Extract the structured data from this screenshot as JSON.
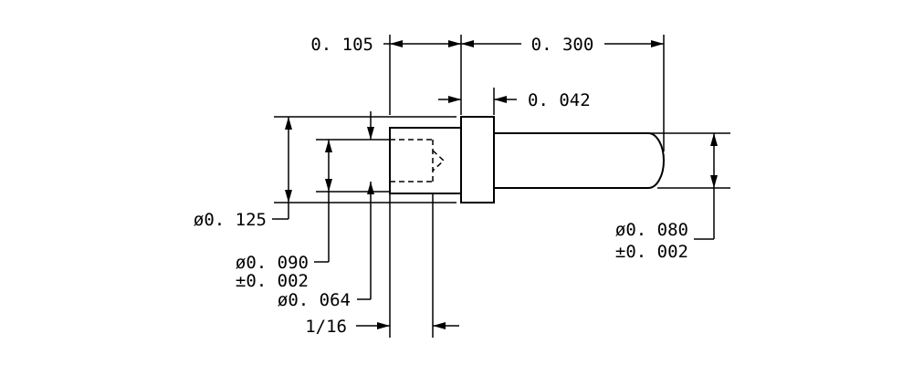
{
  "dimensions": {
    "head_width": "0. 105",
    "pin_length": "0. 300",
    "flange_thickness": "0. 042",
    "head_diameter": "ø0. 125",
    "bore_diameter": "ø0. 090",
    "bore_tolerance": "±0. 002",
    "hole_diameter": "ø0. 064",
    "bore_depth": "1/16",
    "pin_diameter": "ø0. 080",
    "pin_tolerance": "±0. 002"
  },
  "colors": {
    "line": "#000000",
    "background": "#ffffff"
  }
}
